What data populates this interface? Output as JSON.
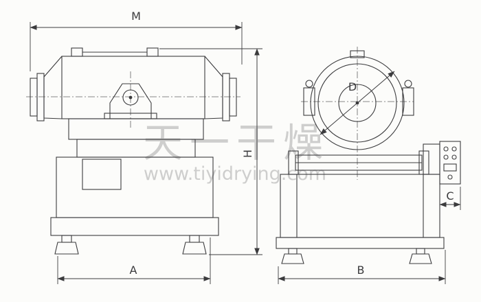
{
  "drawing": {
    "kind": "technical-line-drawing",
    "subject": "two-dimensional motion mixer, two orthographic views",
    "views": [
      "front elevation",
      "side elevation"
    ]
  },
  "labels": {
    "length_overall": "M",
    "height": "H",
    "base_width_front": "A",
    "base_width_side": "B",
    "panel_depth": "C",
    "drum_diameter": "D"
  },
  "watermark": {
    "text": "天一干燥",
    "url": "www.tiyidrying.com"
  },
  "colors": {
    "line": "#3b3b3d",
    "watermark": "#a9a9a9",
    "background": "#fcfcfa"
  }
}
